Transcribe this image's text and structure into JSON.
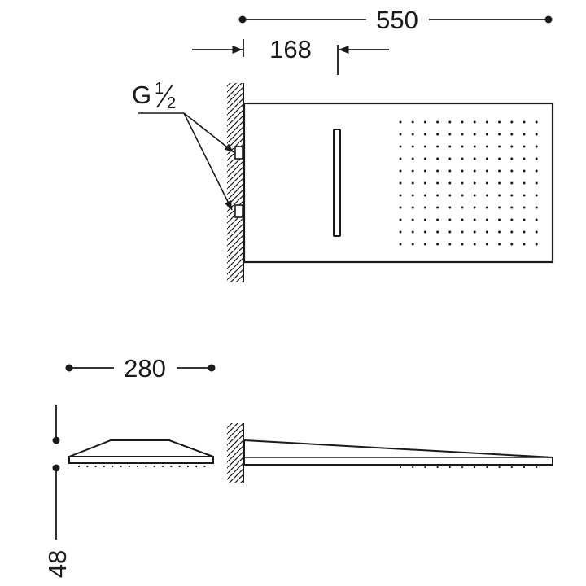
{
  "dimensions": {
    "top_width": "550",
    "outlet_offset": "168",
    "side_depth": "280",
    "height": "48"
  },
  "thread": {
    "letter": "G",
    "numerator": "1",
    "denominator": "2"
  },
  "colors": {
    "line": "#1a1a1a",
    "background": "#ffffff"
  }
}
